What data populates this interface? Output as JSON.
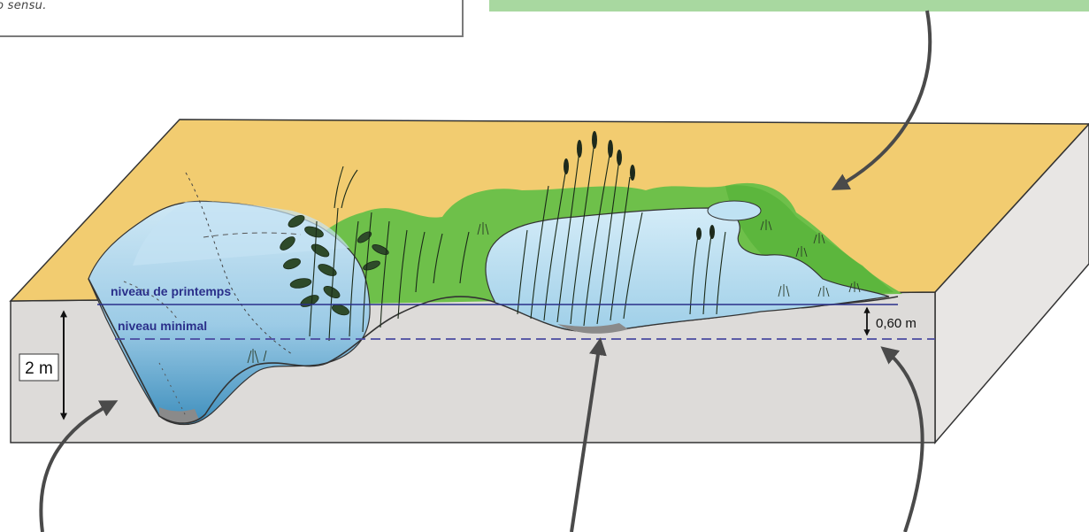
{
  "caption": {
    "text": "o sensu."
  },
  "labels": {
    "spring_level": "niveau de printemps",
    "minimal_level": "niveau minimal",
    "depth_total": "2 m",
    "depth_shallow": "0,60 m"
  },
  "colors": {
    "sand_top": "#f2cc70",
    "soil_side": "#e6e4e2",
    "soil_front": "#dcdad8",
    "water_light": "#b8def0",
    "water_deep": "#4e9cc4",
    "vegetation_green": "#6ec04a",
    "level_line": "#2a2f8a",
    "arrow": "#4a4a4a",
    "green_bar": "#a8d8a0"
  }
}
